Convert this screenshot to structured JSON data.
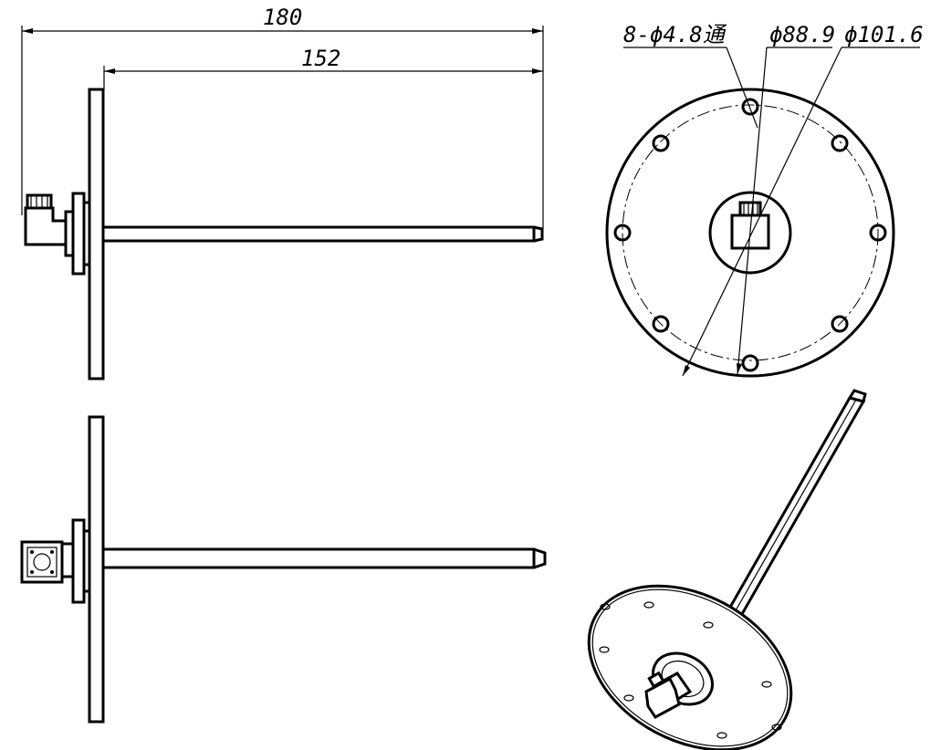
{
  "dimensions": {
    "overall_length": "180",
    "probe_length": "152",
    "holes": "8-ϕ4.8通",
    "bolt_circle": "ϕ88.9",
    "flange_diameter": "ϕ101.6"
  },
  "colors": {
    "line": "#000000",
    "background": "#ffffff"
  }
}
